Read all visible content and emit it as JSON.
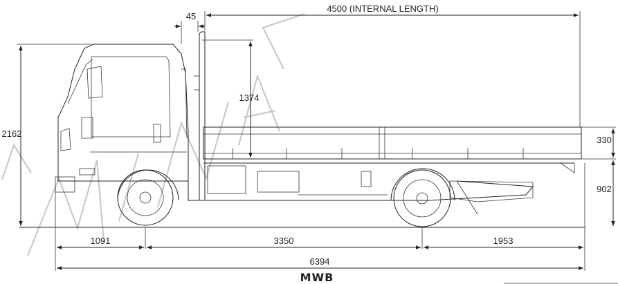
{
  "dimensions": {
    "overall_length": "6394",
    "front_overhang": "1091",
    "wheelbase": "3350",
    "rear_overhang": "1953",
    "internal_length": "4500 (INTERNAL LENGTH)",
    "cab_gap": "45",
    "headboard_height": "1374",
    "overall_height": "2162",
    "side_height": "330",
    "tray_height": "902"
  },
  "caption": "MWB",
  "watermark": "MINALPS"
}
